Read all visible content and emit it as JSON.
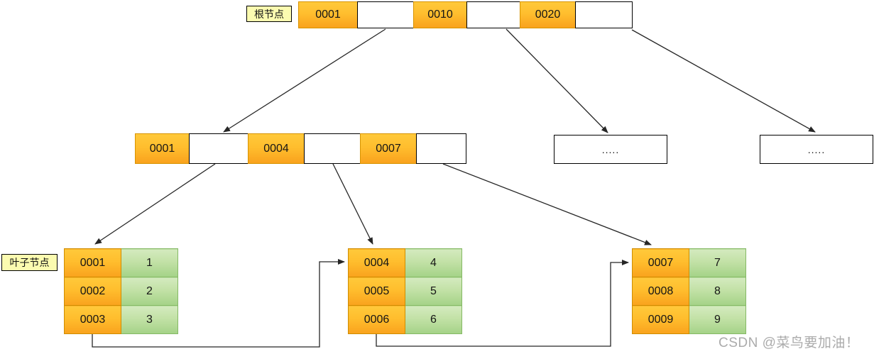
{
  "labels": {
    "root_node": "根节点",
    "leaf_node": "叶子节点"
  },
  "root_node": {
    "keys": [
      "0001",
      "0010",
      "0020"
    ]
  },
  "internal_node": {
    "keys": [
      "0001",
      "0004",
      "0007"
    ]
  },
  "collapsed_nodes": [
    {
      "text": "....."
    },
    {
      "text": "....."
    }
  ],
  "leaf_nodes": [
    {
      "rows": [
        {
          "key": "0001",
          "value": "1"
        },
        {
          "key": "0002",
          "value": "2"
        },
        {
          "key": "0003",
          "value": "3"
        }
      ]
    },
    {
      "rows": [
        {
          "key": "0004",
          "value": "4"
        },
        {
          "key": "0005",
          "value": "5"
        },
        {
          "key": "0006",
          "value": "6"
        }
      ]
    },
    {
      "rows": [
        {
          "key": "0007",
          "value": "7"
        },
        {
          "key": "0008",
          "value": "8"
        },
        {
          "key": "0009",
          "value": "9"
        }
      ]
    }
  ],
  "watermark": "CSDN @菜鸟要加油！",
  "colors": {
    "key_cell_top": "#ffc93a",
    "key_cell_bottom": "#f9a21d",
    "value_cell_top": "#d4eabf",
    "value_cell_bottom": "#a4d287",
    "label_background": "#fbfbb0",
    "pointer_cell": "#ffffff",
    "connector": "#262626"
  }
}
